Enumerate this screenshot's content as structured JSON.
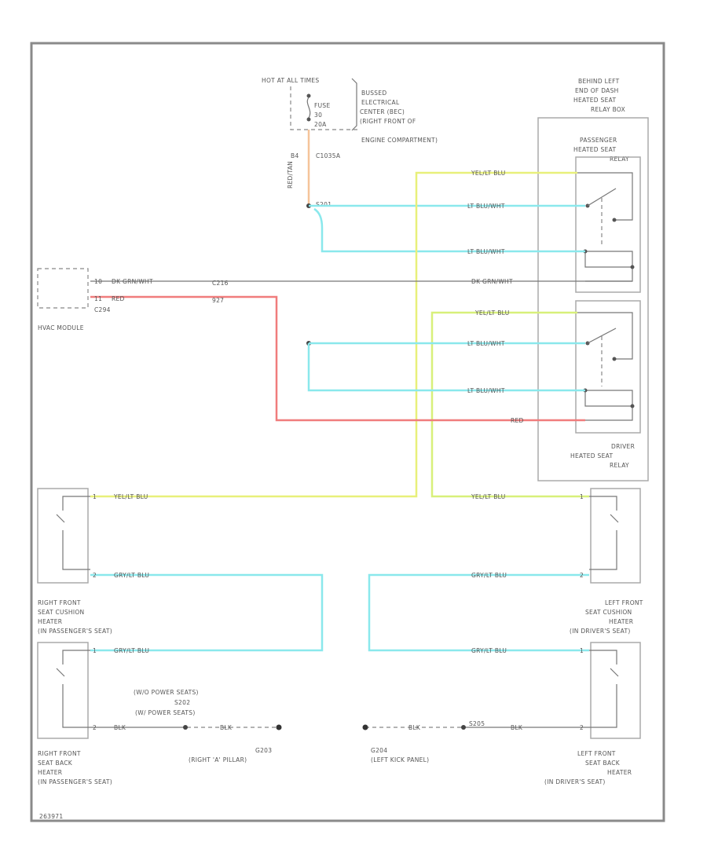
{
  "diagram_number": "263971",
  "colors": {
    "yel_lt_blu": "#d8f07a",
    "lt_blu": "#8ae8ec",
    "red": "#f07c7c",
    "red_tan": "#f5c49a",
    "dk_grn_wht": "#c8b8c8",
    "blk": "#888888"
  },
  "power": {
    "hot": "HOT AT ALL TIMES",
    "fuse": [
      "FUSE",
      "30",
      "20A"
    ],
    "bec": [
      "BUSSED",
      "ELECTRICAL",
      "CENTER (BEC)",
      "(RIGHT FRONT OF",
      "ENGINE COMPARTMENT)"
    ],
    "connector_pin": "B4",
    "connector": "C1035A",
    "wire": "RED/TAN",
    "splice": "S201"
  },
  "relay_box": {
    "location": [
      "BEHIND LEFT",
      "END OF DASH",
      "HEATED SEAT",
      "RELAY BOX"
    ],
    "passenger": [
      "PASSENGER",
      "HEATED SEAT",
      "RELAY"
    ],
    "driver": [
      "DRIVER",
      "HEATED SEAT",
      "RELAY"
    ]
  },
  "hvac": {
    "label": "HVAC MODULE",
    "pin1": "10",
    "pin2": "11",
    "wire1": "DK GRN/WHT",
    "wire2": "RED",
    "connector": "C294",
    "inline_connector": "C216",
    "inline_pin": "927"
  },
  "wires": {
    "yel_lt_blu": "YEL/LT BLU",
    "lt_blu_wht": "LT BLU/WHT",
    "dk_grn_wht": "DK GRN/WHT",
    "red": "RED",
    "gry_lt_blu": "GRY/LT BLU",
    "blk": "BLK"
  },
  "heaters": {
    "rf_cushion": [
      "RIGHT FRONT",
      "SEAT CUSHION",
      "HEATER",
      "(IN PASSENGER'S SEAT)"
    ],
    "lf_cushion": [
      "LEFT FRONT",
      "SEAT CUSHION",
      "HEATER",
      "(IN DRIVER'S SEAT)"
    ],
    "rf_back": [
      "RIGHT FRONT",
      "SEAT BACK",
      "HEATER",
      "(IN PASSENGER'S SEAT)"
    ],
    "lf_back": [
      "LEFT FRONT",
      "SEAT BACK",
      "HEATER",
      "(IN DRIVER'S SEAT)"
    ],
    "pin1": "1",
    "pin2": "2"
  },
  "grounds": {
    "right_note": [
      "(W/O POWER SEATS)",
      "S202",
      "(W/ POWER SEATS)"
    ],
    "right": [
      "G203",
      "(RIGHT 'A' PILLAR)"
    ],
    "left": [
      "G204",
      "(LEFT KICK PANEL)"
    ],
    "left_splice": "S205"
  }
}
